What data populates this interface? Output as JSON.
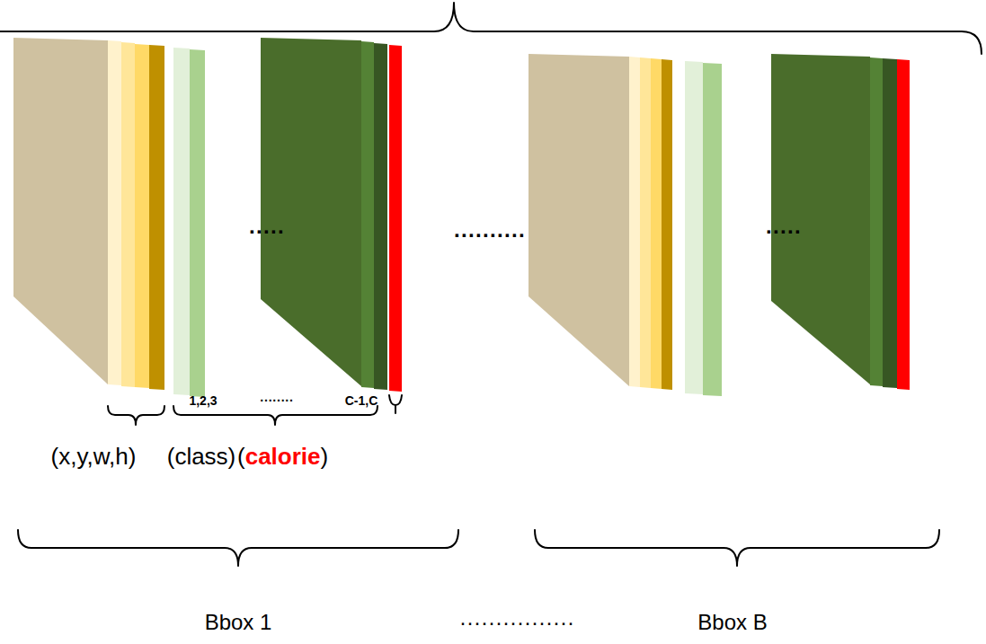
{
  "diagram": {
    "labels": [
      "·····",
      "··········",
      "·····",
      "1,2,3",
      "········",
      "C-1,C",
      "(x,y,w,h)",
      "(class)",
      "(",
      "calorie",
      ")",
      "Bbox 1",
      "················",
      "Bbox B"
    ]
  }
}
